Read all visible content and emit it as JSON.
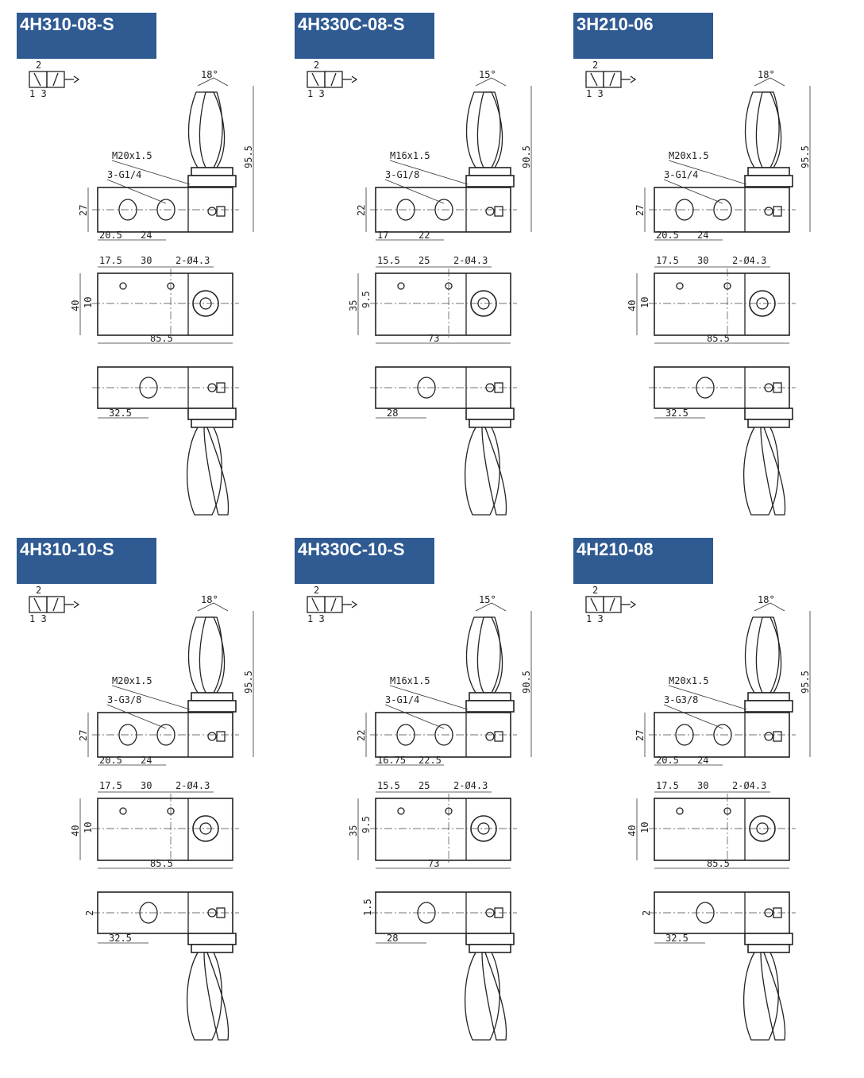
{
  "colors": {
    "title_bg": "#2f5a92",
    "title_text": "#ffffff",
    "line": "#222222"
  },
  "valves": [
    {
      "title": "4H310-08-S",
      "symbol": {
        "port_top": "2",
        "ports_bottom": "1 3"
      },
      "lever_angle": "18°",
      "height": "95.5",
      "thread": "M20x1.5",
      "ports": "3-G1/4",
      "body_height": "27",
      "port_spacing": [
        "20.5",
        "24"
      ],
      "holes": "2-Ø4.3",
      "hole_spacing": [
        "17.5",
        "30"
      ],
      "width": "40",
      "offset": "10",
      "length": "85.5",
      "bottom_port": "32.5",
      "bottom_side": ""
    },
    {
      "title": "4H330C-08-S",
      "symbol": {
        "port_top": "2",
        "ports_bottom": "1 3"
      },
      "lever_angle": "15°",
      "height": "90.5",
      "thread": "M16x1.5",
      "ports": "3-G1/8",
      "body_height": "22",
      "port_spacing": [
        "17",
        "22"
      ],
      "holes": "2-Ø4.3",
      "hole_spacing": [
        "15.5",
        "25"
      ],
      "width": "35",
      "offset": "9.5",
      "length": "73",
      "bottom_port": "28",
      "bottom_side": ""
    },
    {
      "title": "3H210-06",
      "symbol": {
        "port_top": "2",
        "ports_bottom": "1 3"
      },
      "lever_angle": "18°",
      "height": "95.5",
      "thread": "M20x1.5",
      "ports": "3-G1/4",
      "body_height": "27",
      "port_spacing": [
        "20.5",
        "24"
      ],
      "holes": "2-Ø4.3",
      "hole_spacing": [
        "17.5",
        "30"
      ],
      "width": "40",
      "offset": "10",
      "length": "85.5",
      "bottom_port": "32.5",
      "bottom_side": ""
    },
    {
      "title": "4H310-10-S",
      "symbol": {
        "port_top": "2",
        "ports_bottom": "1 3"
      },
      "lever_angle": "18°",
      "height": "95.5",
      "thread": "M20x1.5",
      "ports": "3-G3/8",
      "body_height": "27",
      "port_spacing": [
        "20.5",
        "24"
      ],
      "holes": "2-Ø4.3",
      "hole_spacing": [
        "17.5",
        "30"
      ],
      "width": "40",
      "offset": "10",
      "length": "85.5",
      "bottom_port": "32.5",
      "bottom_side": "2"
    },
    {
      "title": "4H330C-10-S",
      "symbol": {
        "port_top": "2",
        "ports_bottom": "1 3"
      },
      "lever_angle": "15°",
      "height": "90.5",
      "thread": "M16x1.5",
      "ports": "3-G1/4",
      "body_height": "22",
      "port_spacing": [
        "16.75",
        "22.5"
      ],
      "holes": "2-Ø4.3",
      "hole_spacing": [
        "15.5",
        "25"
      ],
      "width": "35",
      "offset": "9.5",
      "length": "73",
      "bottom_port": "28",
      "bottom_side": "1.5"
    },
    {
      "title": "4H210-08",
      "symbol": {
        "port_top": "2",
        "ports_bottom": "1 3"
      },
      "lever_angle": "18°",
      "height": "95.5",
      "thread": "M20x1.5",
      "ports": "3-G3/8",
      "body_height": "27",
      "port_spacing": [
        "20.5",
        "24"
      ],
      "holes": "2-Ø4.3",
      "hole_spacing": [
        "17.5",
        "30"
      ],
      "width": "40",
      "offset": "10",
      "length": "85.5",
      "bottom_port": "32.5",
      "bottom_side": "2"
    }
  ]
}
